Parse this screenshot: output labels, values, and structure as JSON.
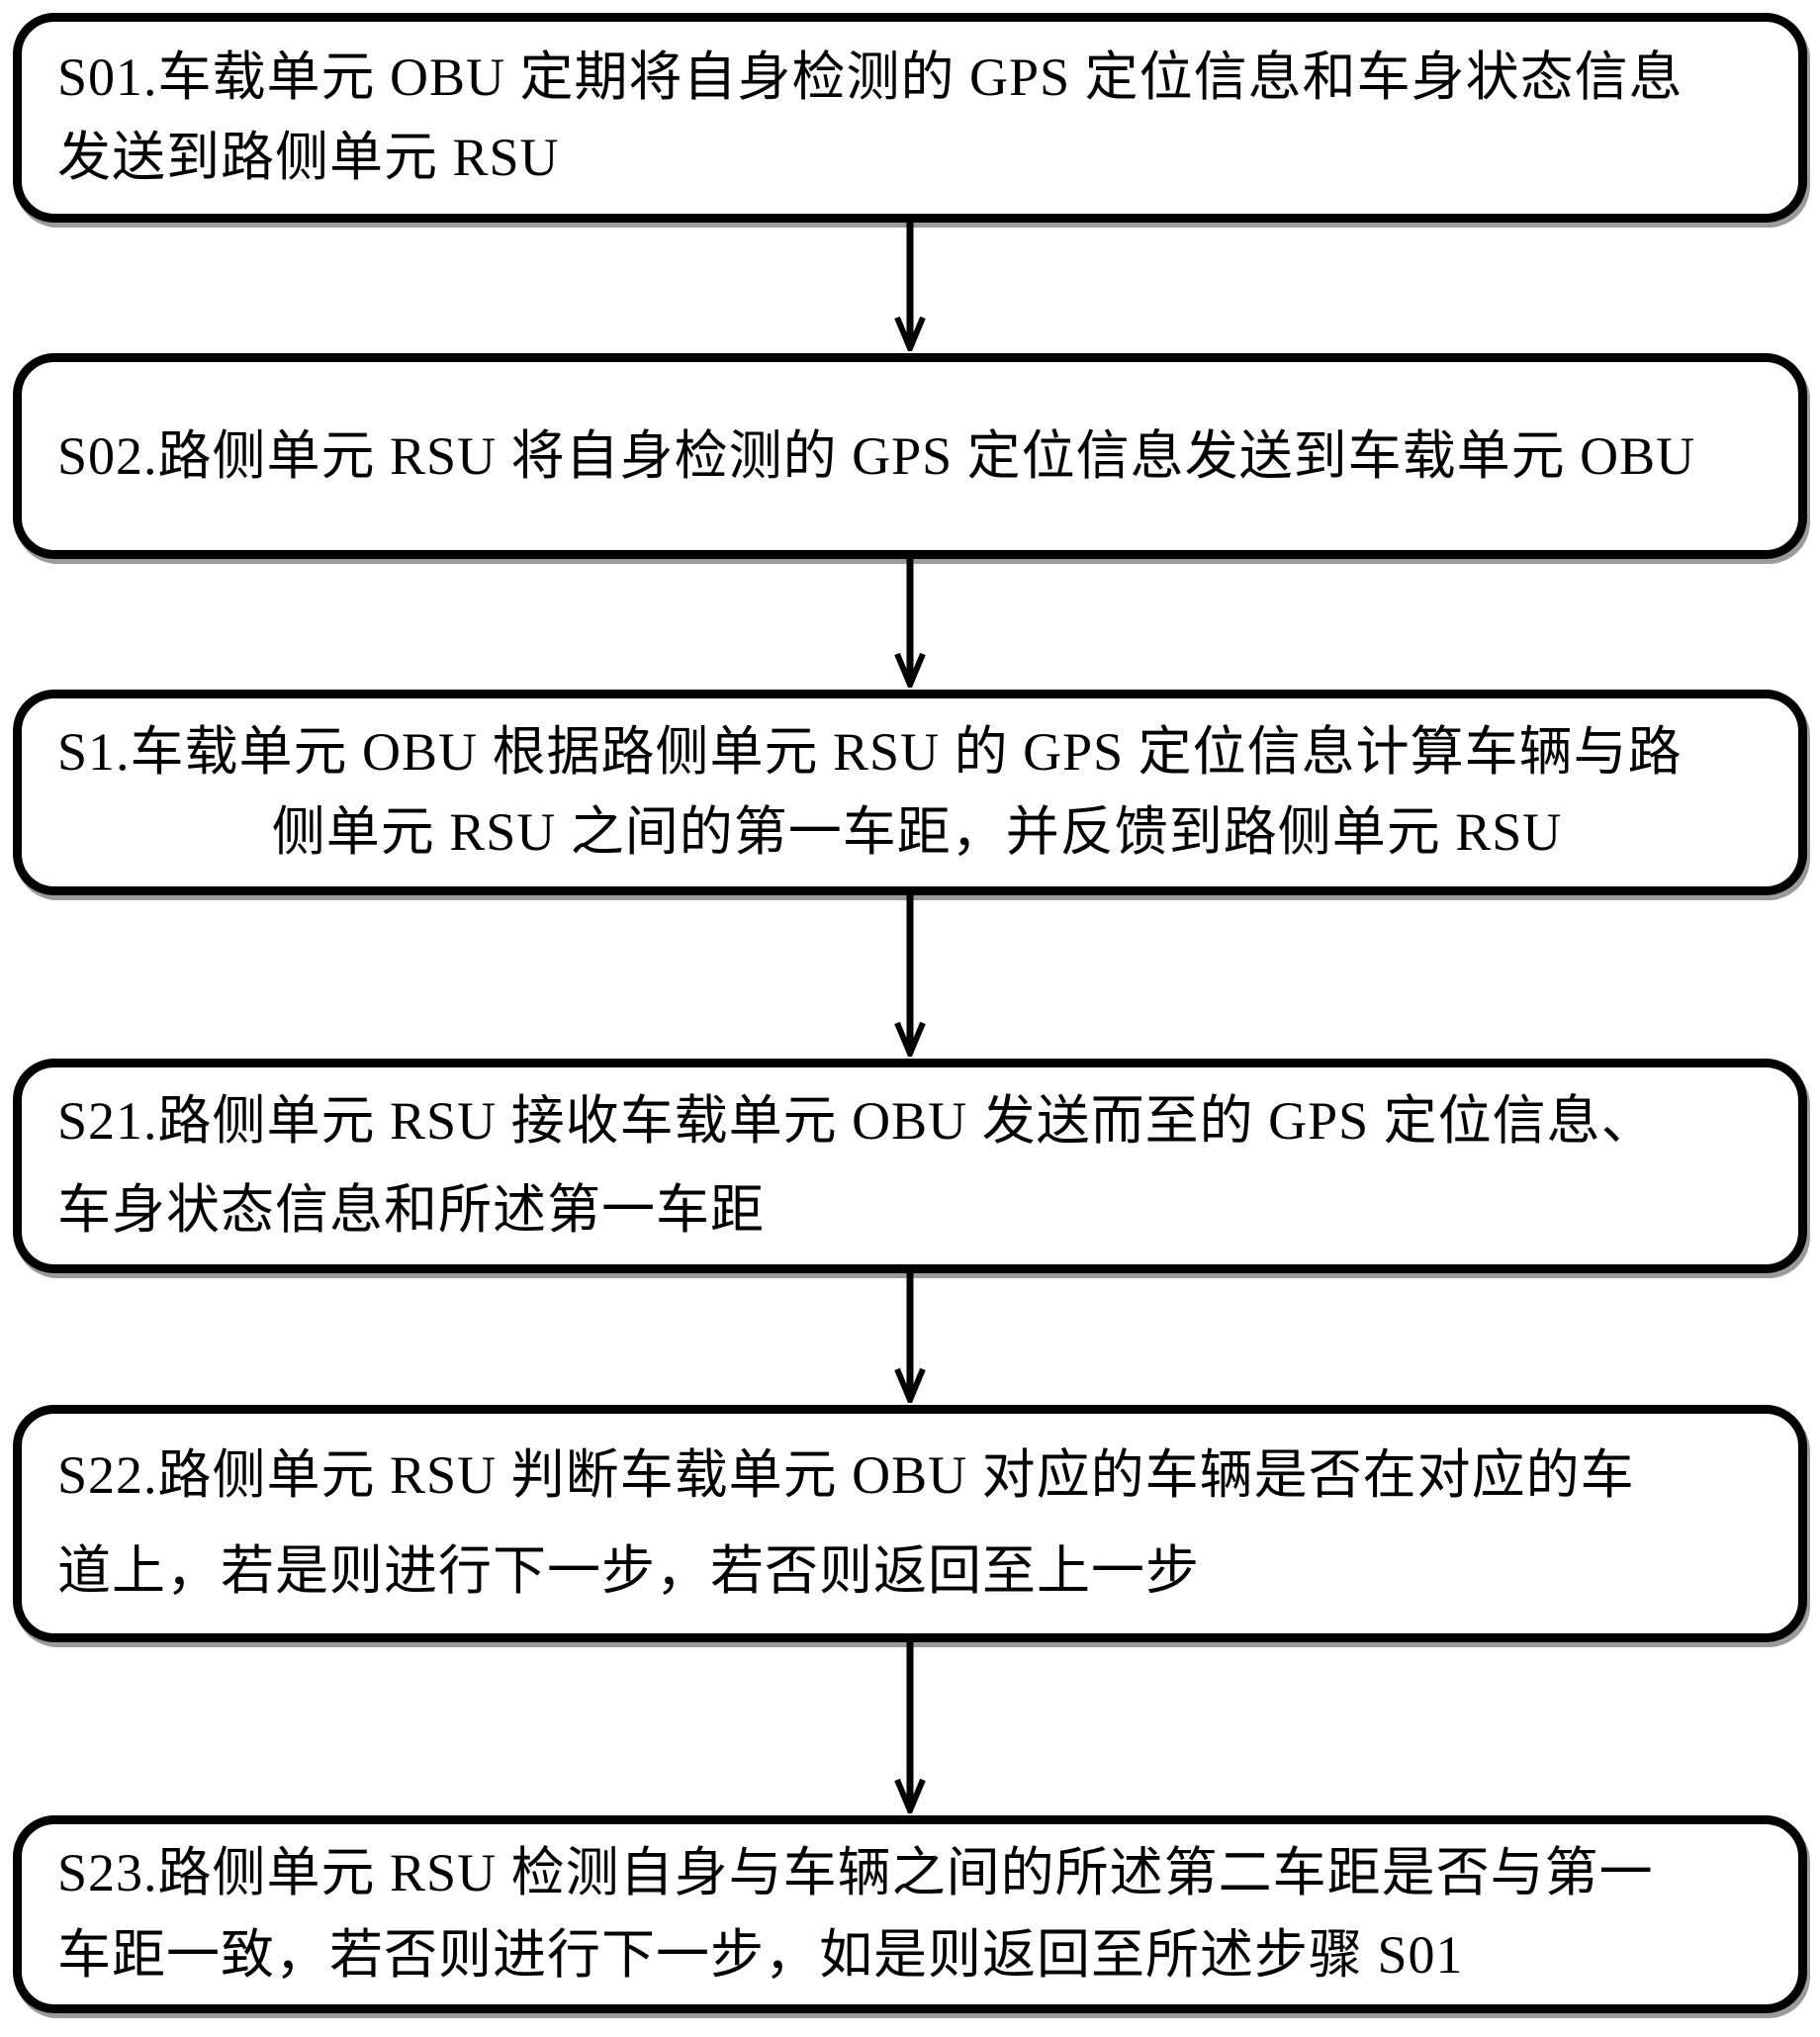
{
  "diagram": {
    "title": "vehicle-road distance verification flowchart",
    "colors": {
      "stroke": "#000000",
      "background": "#ffffff",
      "shadow": "#9b9b9b"
    },
    "steps": [
      {
        "id": "S01",
        "lines": [
          "S01.车载单元 OBU 定期将自身检测的 GPS 定位信息和车身状态信息",
          "发送到路侧单元 RSU"
        ]
      },
      {
        "id": "S02",
        "lines": [
          "S02.路侧单元 RSU 将自身检测的 GPS 定位信息发送到车载单元 OBU"
        ]
      },
      {
        "id": "S1",
        "lines": [
          "S1.车载单元 OBU 根据路侧单元 RSU 的 GPS 定位信息计算车辆与路",
          "侧单元 RSU 之间的第一车距，并反馈到路侧单元 RSU"
        ]
      },
      {
        "id": "S21",
        "lines": [
          "S21.路侧单元 RSU 接收车载单元 OBU 发送而至的 GPS 定位信息、",
          "车身状态信息和所述第一车距"
        ]
      },
      {
        "id": "S22",
        "lines": [
          "S22.路侧单元 RSU 判断车载单元 OBU 对应的车辆是否在对应的车",
          "道上，若是则进行下一步，若否则返回至上一步"
        ]
      },
      {
        "id": "S23",
        "lines": [
          "S23.路侧单元 RSU 检测自身与车辆之间的所述第二车距是否与第一",
          "车距一致，若否则进行下一步，如是则返回至所述步骤 S01"
        ]
      }
    ]
  }
}
